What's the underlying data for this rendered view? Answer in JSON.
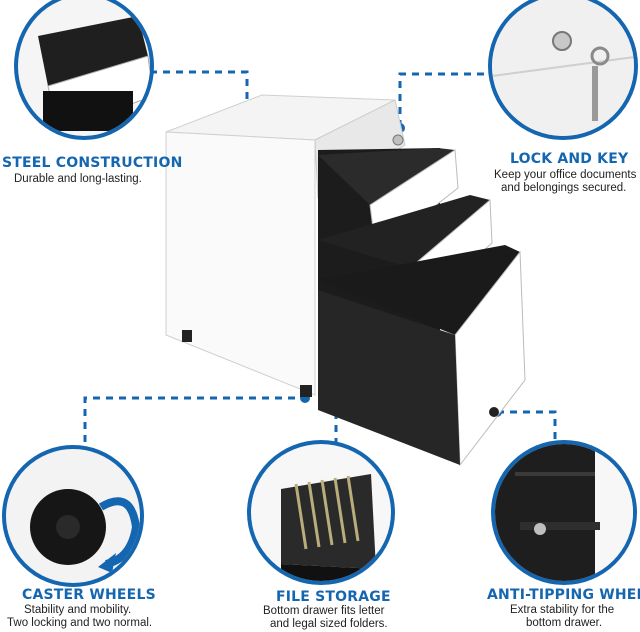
{
  "accent_color": "#1466b0",
  "features": {
    "steel": {
      "title": "STEEL CONSTRUCTION",
      "desc_lines": [
        "Durable and long-lasting."
      ]
    },
    "lock": {
      "title": "LOCK AND KEY",
      "desc_lines": [
        "Keep your office documents",
        "and belongings secured."
      ]
    },
    "casters": {
      "title": "CASTER WHEELS",
      "desc_lines": [
        "Stability and mobility.",
        "Two locking and two normal."
      ]
    },
    "files": {
      "title": "FILE STORAGE",
      "desc_lines": [
        "Bottom drawer fits letter",
        "and legal sized folders."
      ]
    },
    "antitip": {
      "title": "ANTI-TIPPING WHEEL",
      "desc_lines": [
        "Extra stability for the",
        "bottom drawer."
      ]
    }
  }
}
